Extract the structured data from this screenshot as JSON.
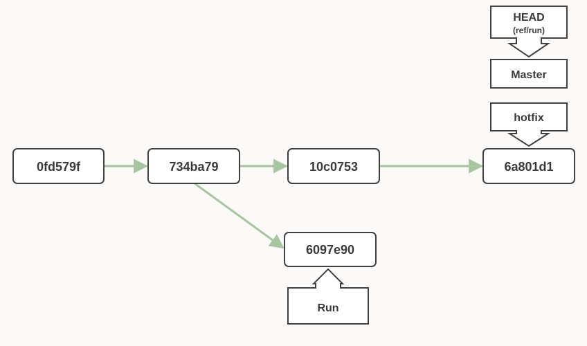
{
  "colors": {
    "background": "#fbfaf8",
    "box_stroke": "#404040",
    "edge": "#a9c4a0",
    "text": "#3a3a3a"
  },
  "commits": {
    "c1": "0fd579f",
    "c2": "734ba79",
    "c3": "10c0753",
    "c4": "6a801d1",
    "c5": "6097e90"
  },
  "refs": {
    "head_label": "HEAD",
    "head_sub": "(ref/run)",
    "master": "Master",
    "hotfix": "hotfix",
    "run": "Run"
  }
}
